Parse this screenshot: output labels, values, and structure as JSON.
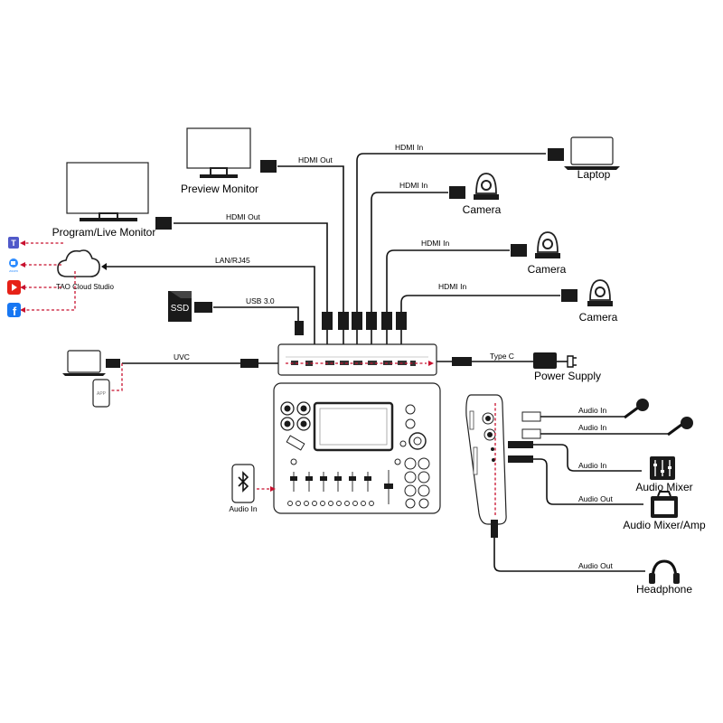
{
  "devices": {
    "preview_monitor": "Preview Monitor",
    "program_monitor": "Program/Live Monitor",
    "laptop": "Laptop",
    "camera_1": "Camera",
    "camera_2": "Camera",
    "camera_3": "Camera",
    "tao_cloud": "TAO Cloud Studio",
    "ssd": "SSD",
    "power_supply": "Power Supply",
    "audio_mixer": "Audio Mixer",
    "audio_mixer_amp": "Audio Mixer/Amp",
    "headphone": "Headphone",
    "app": "APP"
  },
  "cables": {
    "preview_hdmi_out": "HDMI Out",
    "program_hdmi_out": "HDMI Out",
    "laptop_hdmi_in": "HDMI In",
    "camera1_hdmi_in": "HDMI In",
    "camera2_hdmi_in": "HDMI In",
    "camera3_hdmi_in": "HDMI In",
    "lan": "LAN/RJ45",
    "usb": "USB 3.0",
    "uvc": "UVC",
    "type_c": "Type C",
    "audio_in_mic1": "Audio In",
    "audio_in_mic2": "Audio In",
    "audio_in_mixer": "Audio In",
    "audio_out_amp": "Audio Out",
    "audio_out_headphone": "Audio Out",
    "bluetooth_audio_in": "Audio In"
  },
  "streaming_platforms": [
    "teams-icon",
    "zoom-icon",
    "youtube-icon",
    "facebook-icon"
  ],
  "colors": {
    "wire": "#111111",
    "wireless_link": "#c8102e",
    "youtube": "#e62117",
    "facebook": "#1877f2",
    "teams": "#5059c9",
    "zoom": "#2d8cff"
  }
}
